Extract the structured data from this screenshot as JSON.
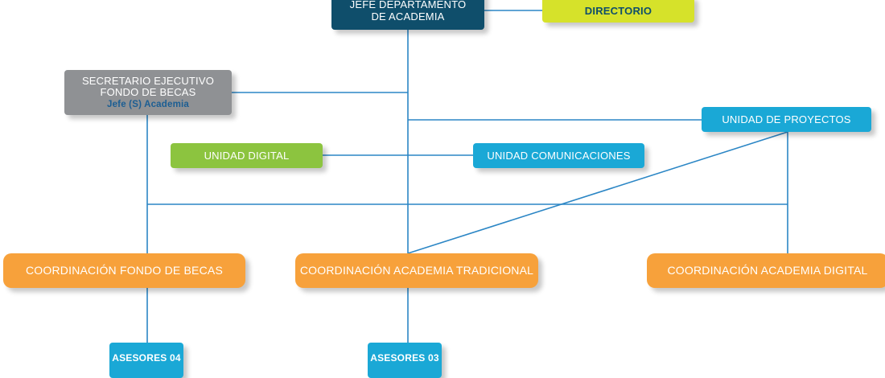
{
  "nodes": {
    "jefe": {
      "line1": "JEFE DEPARTAMENTO",
      "line2": "DE ACADEMIA"
    },
    "directorio": {
      "label": "DIRECTORIO"
    },
    "secretario": {
      "line1": "SECRETARIO EJECUTIVO",
      "line2": "FONDO DE BECAS",
      "subtitle": "Jefe (S) Academia"
    },
    "unidad_proyectos": {
      "label": "UNIDAD DE PROYECTOS"
    },
    "unidad_digital": {
      "label": "UNIDAD DIGITAL"
    },
    "unidad_comunicaciones": {
      "label": "UNIDAD COMUNICACIONES"
    },
    "coord_fondo": {
      "label": "COORDINACIÓN FONDO DE BECAS"
    },
    "coord_tradicional": {
      "label": "COORDINACIÓN ACADEMIA TRADICIONAL"
    },
    "coord_digital": {
      "label": "COORDINACIÓN ACADEMIA DIGITAL"
    },
    "asesores_04": {
      "label": "ASESORES 04"
    },
    "asesores_03": {
      "label": "ASESORES 03"
    }
  },
  "colors": {
    "navy": "#0f4e6b",
    "yellow": "#d6e22a",
    "gray": "#8f9194",
    "green": "#8cc43f",
    "cyan": "#1aa8d6",
    "orange": "#f7a13b",
    "connector": "#2b86c5"
  }
}
